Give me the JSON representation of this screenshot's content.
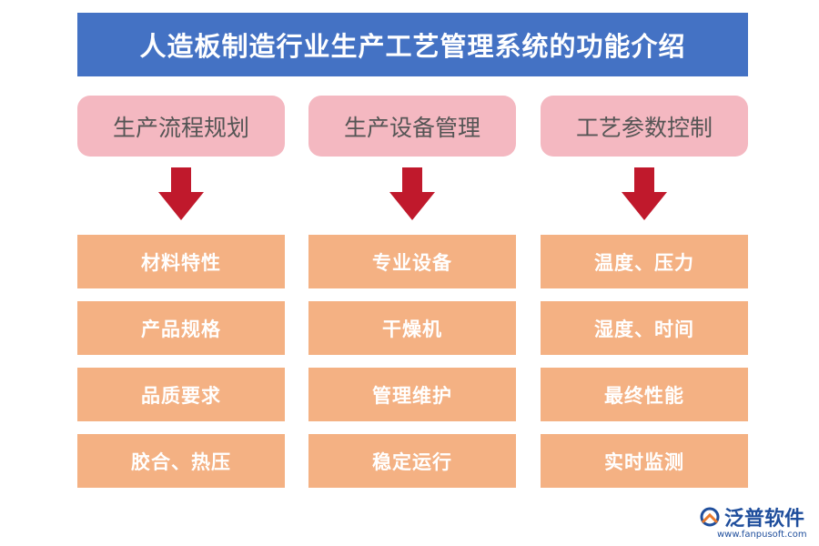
{
  "title": "人造板制造行业生产工艺管理系统的功能介绍",
  "colors": {
    "title_bg": "#4472C4",
    "header_bg": "#F4B8C1",
    "item_bg": "#F4B183",
    "arrow": "#C0192C"
  },
  "columns": [
    {
      "header": "生产流程规划",
      "items": [
        "材料特性",
        "产品规格",
        "品质要求",
        "胶合、热压"
      ]
    },
    {
      "header": "生产设备管理",
      "items": [
        "专业设备",
        "干燥机",
        "管理维护",
        "稳定运行"
      ]
    },
    {
      "header": "工艺参数控制",
      "items": [
        "温度、压力",
        "湿度、时间",
        "最终性能",
        "实时监测"
      ]
    }
  ],
  "logo": {
    "name": "泛普软件",
    "url": "www.fanpusoft.com",
    "icon": "fanpu-logo-icon"
  }
}
